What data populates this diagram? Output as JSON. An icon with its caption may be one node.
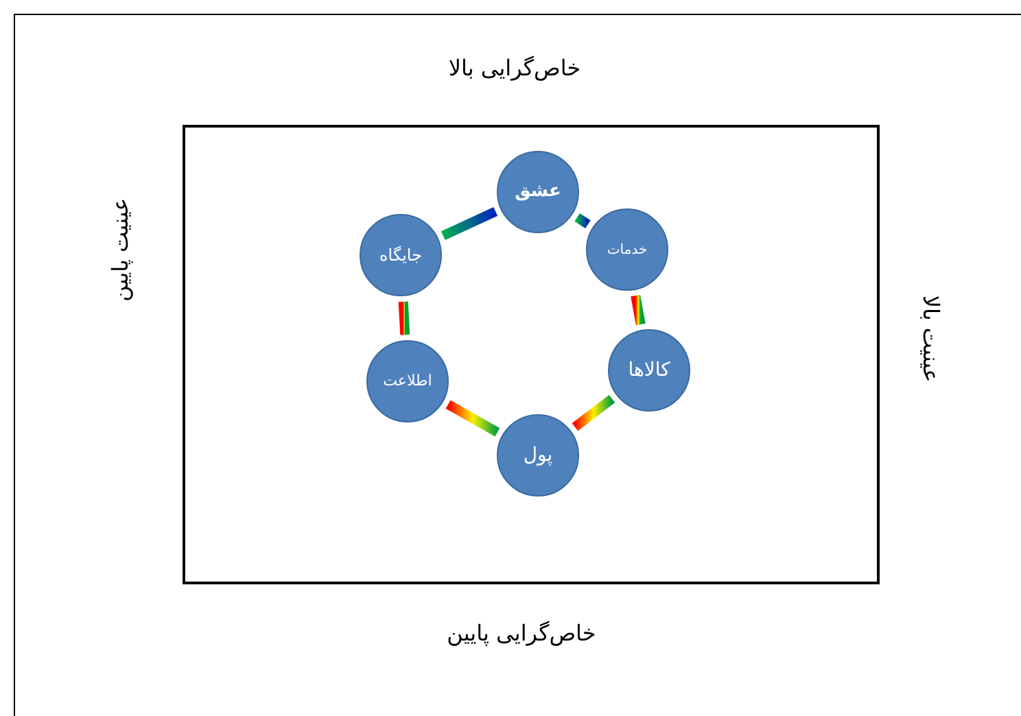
{
  "diagram": {
    "nodes": [
      {
        "text": [
          "عشق"
        ]
      },
      {
        "text": [
          "خدمات"
        ]
      },
      {
        "text": [
          "کالاها"
        ]
      },
      {
        "text": [
          "پول"
        ]
      },
      {
        "text": [
          "اطلاعت"
        ]
      },
      {
        "text": [
          "جایگاه"
        ]
      }
    ],
    "edges": [
      {
        "from": 0,
        "to": 1,
        "arrow": "none",
        "style": "thick"
      },
      {
        "from": 1,
        "to": 2,
        "arrow": "none",
        "style": "thick"
      },
      {
        "from": 2,
        "to": 3,
        "arrow": "none",
        "style": "thick"
      },
      {
        "from": 3,
        "to": 4,
        "arrow": "none",
        "style": "thick"
      },
      {
        "from": 4,
        "to": 5,
        "arrow": "none",
        "style": "thick"
      },
      {
        "from": 5,
        "to": 0,
        "arrow": "none",
        "style": "thick"
      }
    ],
    "labels": [
      "خاص‌گرایی بالا",
      "عینیت پایین",
      "عینیت بالا",
      "خاص‌گرایی پایین"
    ]
  }
}
